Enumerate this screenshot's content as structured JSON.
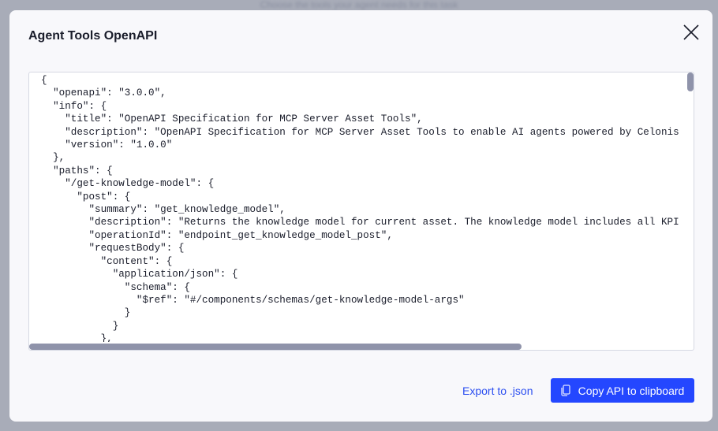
{
  "background": {
    "subtitle": "Choose the tools your agent needs for this task"
  },
  "modal": {
    "title": "Agent Tools OpenAPI",
    "close_icon": "close-icon",
    "code": "{\n  \"openapi\": \"3.0.0\",\n  \"info\": {\n    \"title\": \"OpenAPI Specification for MCP Server Asset Tools\",\n    \"description\": \"OpenAPI Specification for MCP Server Asset Tools to enable AI agents powered by Celonis\n    \"version\": \"1.0.0\"\n  },\n  \"paths\": {\n    \"/get-knowledge-model\": {\n      \"post\": {\n        \"summary\": \"get_knowledge_model\",\n        \"description\": \"Returns the knowledge model for current asset. The knowledge model includes all KPI\n        \"operationId\": \"endpoint_get_knowledge_model_post\",\n        \"requestBody\": {\n          \"content\": {\n            \"application/json\": {\n              \"schema\": {\n                \"$ref\": \"#/components/schemas/get-knowledge-model-args\"\n              }\n            }\n          },\n          \"required\": true",
    "export_label": "Export to .json",
    "copy_label": "Copy API to clipboard",
    "copy_icon": "copy-icon",
    "accent": "#2447ff"
  }
}
